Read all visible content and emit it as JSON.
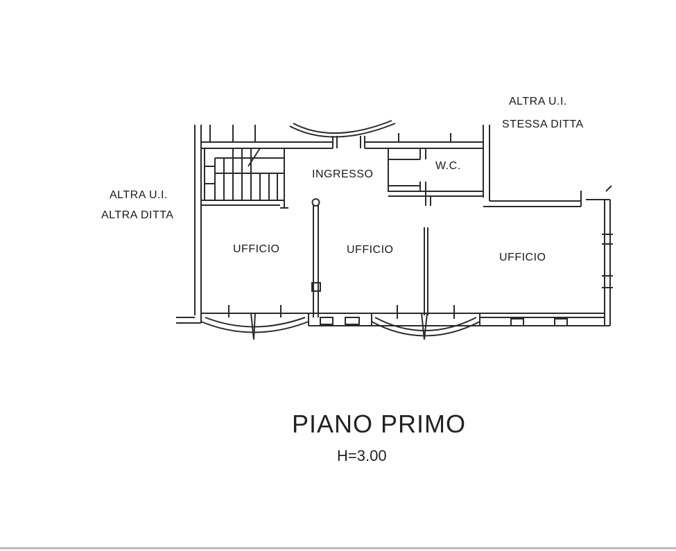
{
  "labels": {
    "neighbor_right_line1": "ALTRA U.I.",
    "neighbor_right_line2": "STESSA DITTA",
    "neighbor_left_line1": "ALTRA U.I.",
    "neighbor_left_line2": "ALTRA DITTA"
  },
  "rooms": {
    "entrance": "INGRESSO",
    "wc": "W.C.",
    "office_left": "UFFICIO",
    "office_center": "UFFICIO",
    "office_right": "UFFICIO"
  },
  "footer": {
    "title": "PIANO PRIMO",
    "height": "H=3.00"
  }
}
